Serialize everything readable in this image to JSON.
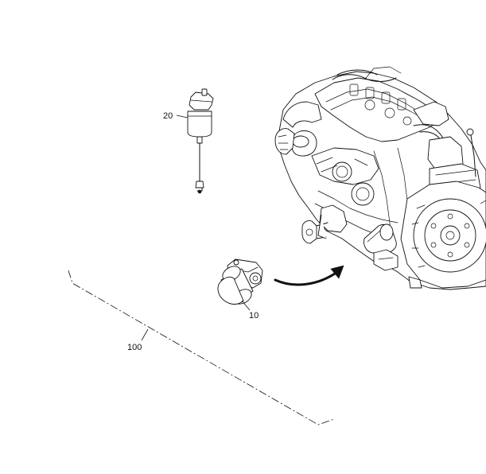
{
  "callouts": {
    "fuel_filter_label": "20",
    "oil_filter_label": "10",
    "kit_label": "100"
  }
}
